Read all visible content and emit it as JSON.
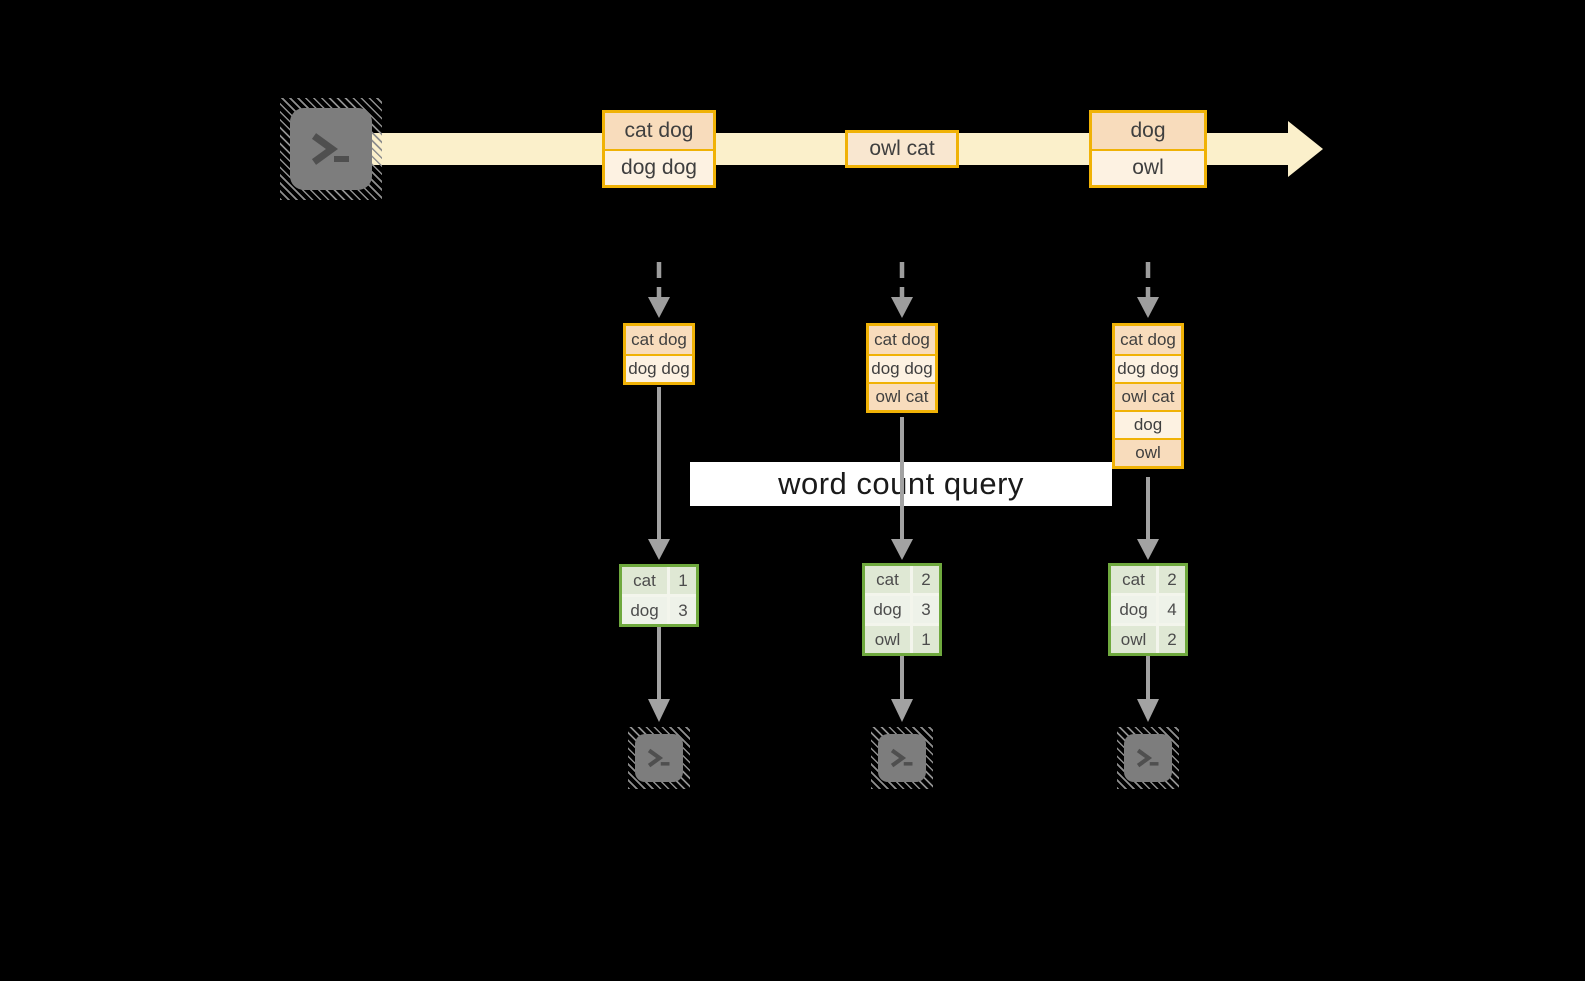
{
  "colors": {
    "background": "#000000",
    "stream_band": "#fbf0cb",
    "orange_border": "#f0b206",
    "peach_fill": "#f8dcbc",
    "cream_fill": "#fdf2e2",
    "owl_cat_fill": "#f9e7d0",
    "green_border": "#6fa93e",
    "green_row_a": "#dfe8d4",
    "green_row_b": "#eef2e9",
    "arrow_gray": "#a2a2a2",
    "terminal_gray": "#7d7d7d",
    "query_label_bg": "#ffffff",
    "box_text": "#3f3f3f"
  },
  "query_label": "word count query",
  "stream": {
    "batches": [
      {
        "lines": [
          "cat dog",
          "dog dog"
        ]
      },
      {
        "lines": [
          "owl cat"
        ]
      },
      {
        "lines": [
          "dog",
          "owl"
        ]
      }
    ]
  },
  "columns": [
    {
      "state": [
        "cat dog",
        "dog dog"
      ],
      "counts": [
        {
          "word": "cat",
          "count": "1"
        },
        {
          "word": "dog",
          "count": "3"
        }
      ]
    },
    {
      "state": [
        "cat dog",
        "dog dog",
        "owl cat"
      ],
      "counts": [
        {
          "word": "cat",
          "count": "2"
        },
        {
          "word": "dog",
          "count": "3"
        },
        {
          "word": "owl",
          "count": "1"
        }
      ]
    },
    {
      "state": [
        "cat dog",
        "dog dog",
        "owl cat",
        "dog",
        "owl"
      ],
      "counts": [
        {
          "word": "cat",
          "count": "2"
        },
        {
          "word": "dog",
          "count": "4"
        },
        {
          "word": "owl",
          "count": "2"
        }
      ]
    }
  ]
}
